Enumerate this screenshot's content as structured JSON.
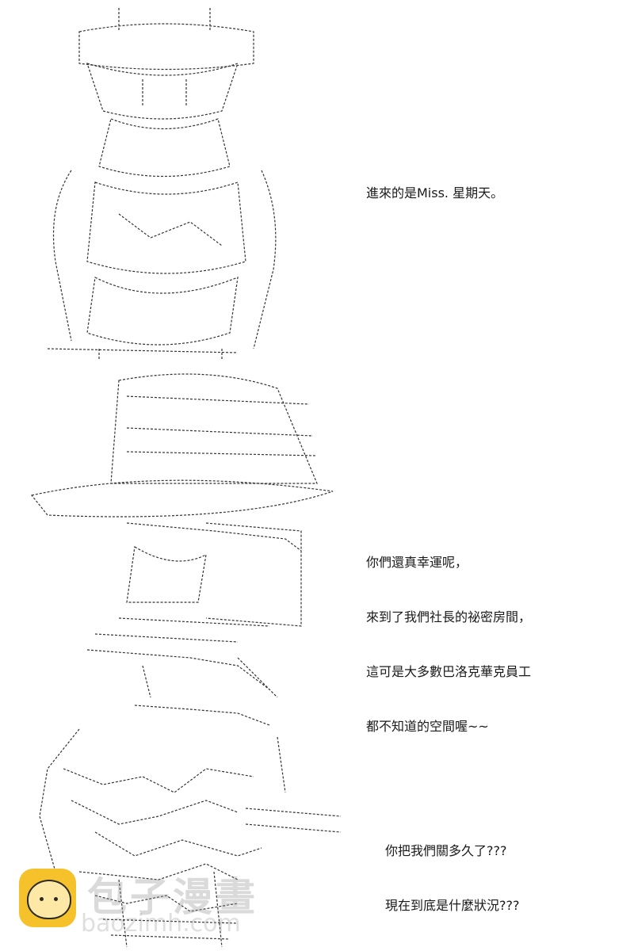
{
  "panels": [
    {
      "art": "ascii-art-figure-with-hat",
      "caption_lines": [
        "進來的是Miss. 星期天。"
      ]
    },
    {
      "art": "ascii-art-figure-with-wide-hat",
      "caption_lines": [
        "你們還真幸運呢，",
        "來到了我們社長的祕密房間，",
        "這可是大多數巴洛克華克員工",
        "都不知道的空間喔~~"
      ]
    },
    {
      "art": "ascii-art-figure-in-cage",
      "caption_lines": [
        "你把我們關多久了???",
        "現在到底是什麼狀況???"
      ]
    }
  ],
  "watermark": {
    "text": "包子漫畫",
    "url": "baozimh.com"
  }
}
